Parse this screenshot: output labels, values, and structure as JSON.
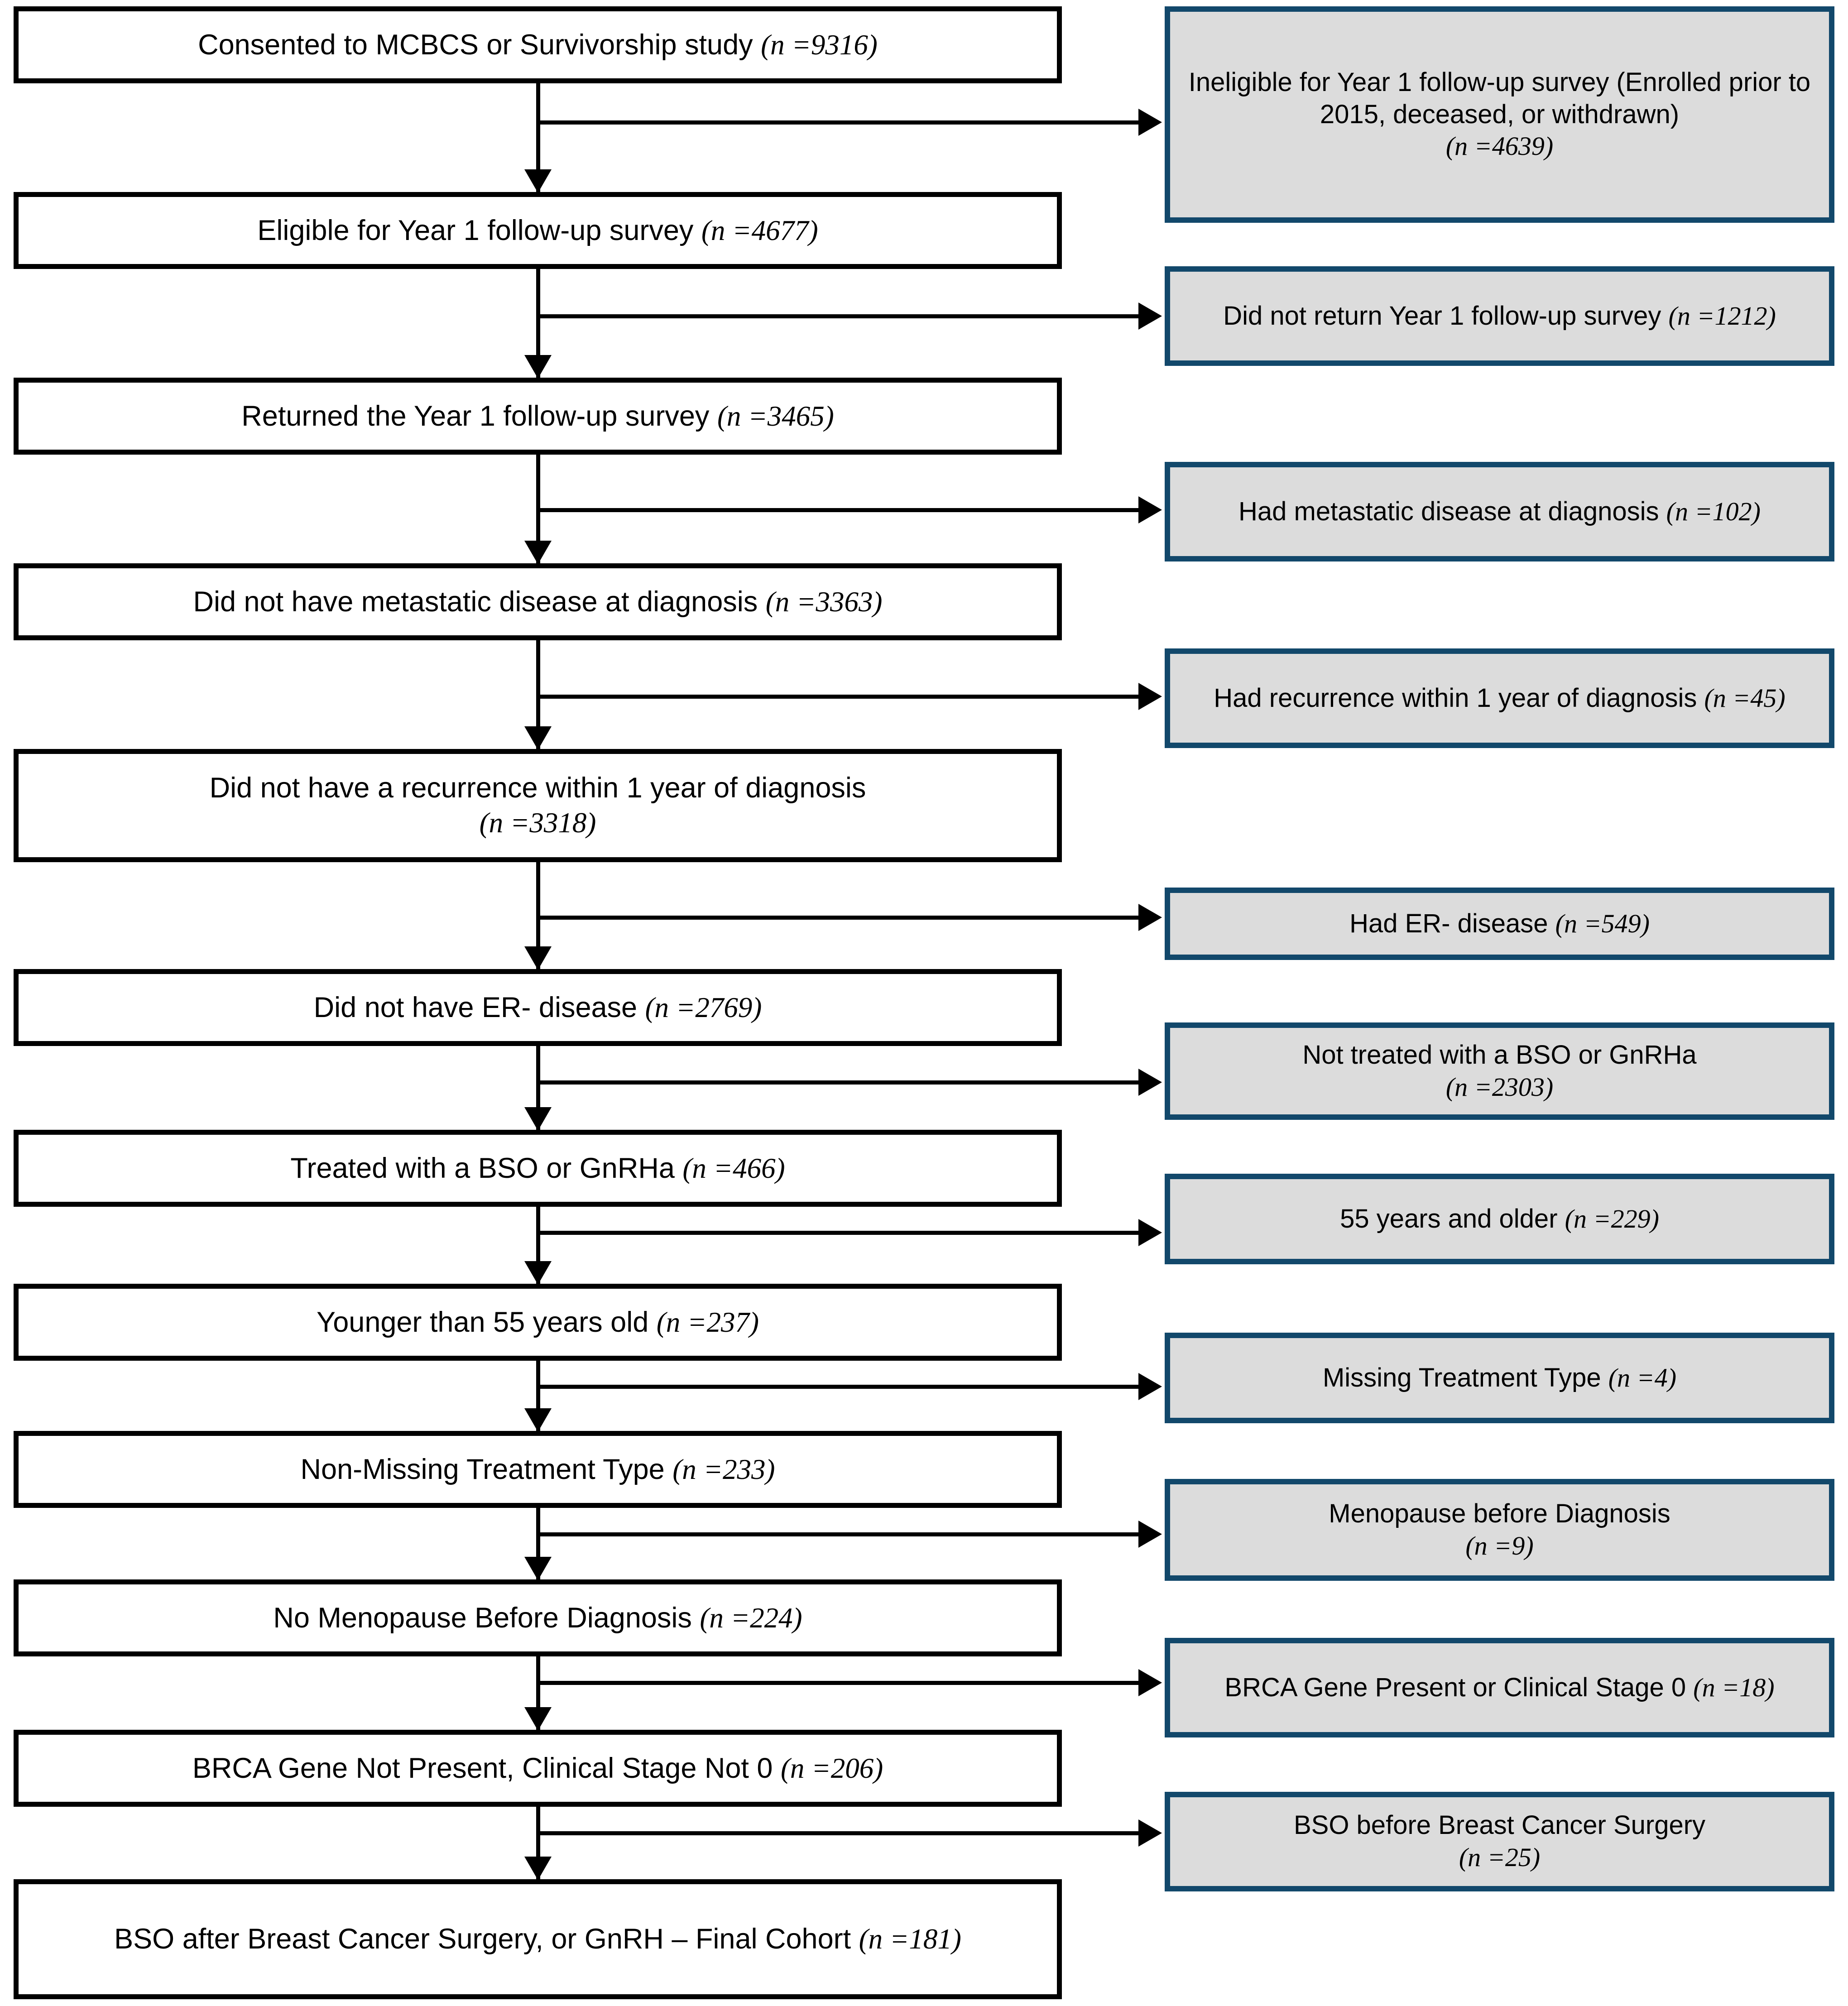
{
  "diagram": {
    "title": "Study Cohort Selection Flow Diagram",
    "type": "flowchart",
    "colors": {
      "main_box_border": "#000000",
      "main_box_fill": "#ffffff",
      "exclusion_box_border": "#12486b",
      "exclusion_box_fill": "#dcdcdc",
      "connector": "#000000"
    }
  },
  "main_nodes": [
    {
      "label": "Consented to MCBCS or Survivorship study",
      "n": "(n =9316)",
      "n_value": 9316
    },
    {
      "label": "Eligible for Year 1 follow-up survey",
      "n": "(n =4677)",
      "n_value": 4677
    },
    {
      "label": "Returned the Year 1 follow-up survey",
      "n": "(n =3465)",
      "n_value": 3465
    },
    {
      "label": "Did not have metastatic disease at diagnosis",
      "n": "(n =3363)",
      "n_value": 3363
    },
    {
      "label": "Did not have a recurrence within 1 year of diagnosis",
      "n": "(n =3318)",
      "n_value": 3318
    },
    {
      "label": "Did not have ER- disease",
      "n": "(n =2769)",
      "n_value": 2769
    },
    {
      "label": "Treated with a BSO or GnRHa",
      "n": "(n =466)",
      "n_value": 466
    },
    {
      "label": "Younger than 55 years old",
      "n": "(n =237)",
      "n_value": 237
    },
    {
      "label": "Non-Missing Treatment Type",
      "n": "(n =233)",
      "n_value": 233
    },
    {
      "label": "No Menopause Before Diagnosis",
      "n": "(n =224)",
      "n_value": 224
    },
    {
      "label": "BRCA Gene Not Present, Clinical Stage Not 0 ",
      "n": "(n =206)",
      "n_value": 206
    },
    {
      "label": "BSO after Breast Cancer Surgery, or GnRH – Final Cohort",
      "n": "(n =181)",
      "n_value": 181
    }
  ],
  "exclusion_nodes": [
    {
      "label": "Ineligible for Year 1 follow-up survey (Enrolled prior to 2015, deceased, or withdrawn)",
      "n": "(n =4639)",
      "n_value": 4639
    },
    {
      "label": "Did not return Year 1 follow-up survey",
      "n": "(n =1212)",
      "n_value": 1212
    },
    {
      "label": "Had metastatic disease at diagnosis",
      "n": "(n =102)",
      "n_value": 102
    },
    {
      "label": "Had recurrence within 1 year of diagnosis",
      "n": "(n =45)",
      "n_value": 45
    },
    {
      "label": "Had ER- disease ",
      "n": "(n =549)",
      "n_value": 549
    },
    {
      "label": "Not treated with a BSO or GnRHa",
      "n": "(n =2303)",
      "n_value": 2303
    },
    {
      "label": "55 years and older",
      "n": "(n =229)",
      "n_value": 229
    },
    {
      "label": "Missing Treatment Type",
      "n": "(n =4)",
      "n_value": 4
    },
    {
      "label": "Menopause before Diagnosis",
      "n": "(n =9)",
      "n_value": 9
    },
    {
      "label": "BRCA Gene Present or Clinical Stage 0",
      "n": "(n =18)",
      "n_value": 18
    },
    {
      "label": "BSO before Breast Cancer Surgery",
      "n": "(n =25)",
      "n_value": 25
    }
  ]
}
